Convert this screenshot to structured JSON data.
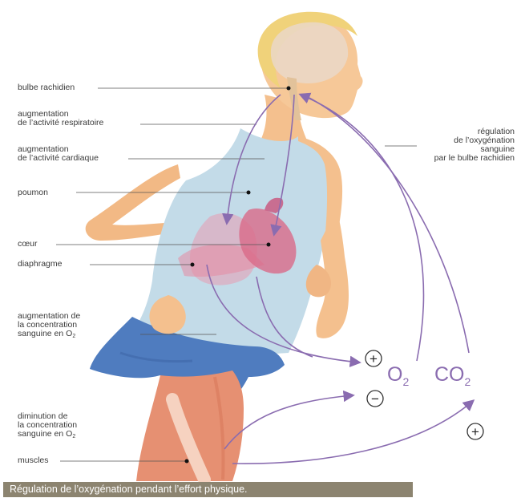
{
  "labels": {
    "bulbe": "bulbe rachidien",
    "resp_line1": "augmentation",
    "resp_line2": "de l’activité respiratoire",
    "card_line1": "augmentation",
    "card_line2": "de l’activité cardiaque",
    "poumon": "poumon",
    "coeur": "cœur",
    "diaphragme": "diaphragme",
    "aug_o2_line1": "augmentation de",
    "aug_o2_line2": "la concentration",
    "aug_o2_line3": "sanguine en O",
    "dim_o2_line1": "diminution de",
    "dim_o2_line2": "la concentration",
    "dim_o2_line3": "sanguine en O",
    "muscles": "muscles",
    "reg_line1": "régulation",
    "reg_line2": "de l’oxygénation",
    "reg_line3": "sanguine",
    "reg_line4": "par le bulbe rachidien",
    "sub2": "2"
  },
  "gases": {
    "o2": "O",
    "co2": "CO",
    "sub": "2"
  },
  "signs": {
    "plus": "+",
    "minus": "−"
  },
  "caption": "Régulation de l’oxygénation pendant l’effort physique.",
  "colors": {
    "arrow": "#8a6cb0",
    "skin": "#f4c08e",
    "shirt": "#c3dbe8",
    "shorts": "#4f7cbf",
    "muscle": "#e69072",
    "heart": "#d96a88",
    "lung": "#e79bb0",
    "caption_bg": "#8c8470"
  }
}
